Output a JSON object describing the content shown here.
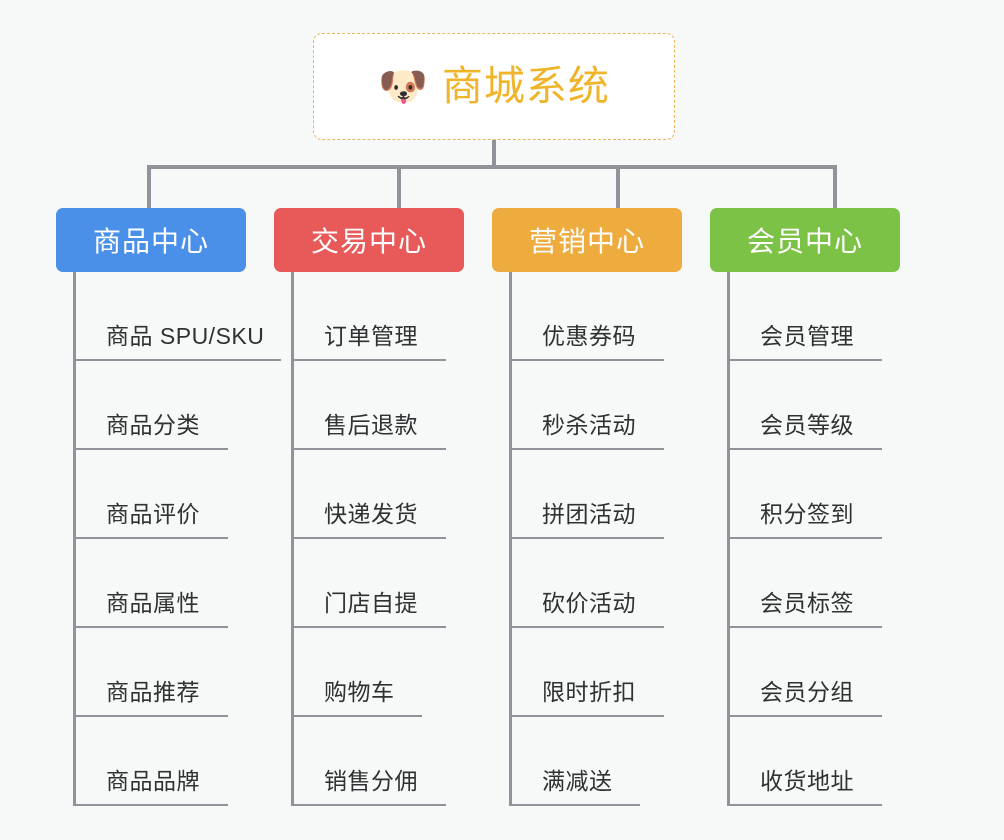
{
  "canvas": {
    "background": "#f7f8f8",
    "line_color": "#909399",
    "leaf_text_color": "#303133"
  },
  "root": {
    "emoji": "🐶",
    "emoji_name": "dog-face-emoji",
    "title": "商城系统",
    "title_color": "#f0b429",
    "border_color": "#e8b75a",
    "background": "#ffffff"
  },
  "branches": [
    {
      "label": "商品中心",
      "color": "#4a90e8",
      "items": [
        {
          "label": "商品 SPU/SKU",
          "underline_width": 205
        },
        {
          "label": "商品分类",
          "underline_width": 152
        },
        {
          "label": "商品评价",
          "underline_width": 152
        },
        {
          "label": "商品属性",
          "underline_width": 152
        },
        {
          "label": "商品推荐",
          "underline_width": 152
        },
        {
          "label": "商品品牌",
          "underline_width": 152
        }
      ]
    },
    {
      "label": "交易中心",
      "color": "#e8595a",
      "items": [
        {
          "label": "订单管理",
          "underline_width": 152
        },
        {
          "label": "售后退款",
          "underline_width": 152
        },
        {
          "label": "快递发货",
          "underline_width": 152
        },
        {
          "label": "门店自提",
          "underline_width": 152
        },
        {
          "label": "购物车",
          "underline_width": 128
        },
        {
          "label": "销售分佣",
          "underline_width": 152
        }
      ]
    },
    {
      "label": "营销中心",
      "color": "#eeac3e",
      "items": [
        {
          "label": "优惠券码",
          "underline_width": 152
        },
        {
          "label": "秒杀活动",
          "underline_width": 152
        },
        {
          "label": "拼团活动",
          "underline_width": 152
        },
        {
          "label": "砍价活动",
          "underline_width": 152
        },
        {
          "label": "限时折扣",
          "underline_width": 152
        },
        {
          "label": "满减送",
          "underline_width": 128
        }
      ]
    },
    {
      "label": "会员中心",
      "color": "#7cc246",
      "items": [
        {
          "label": "会员管理",
          "underline_width": 152
        },
        {
          "label": "会员等级",
          "underline_width": 152
        },
        {
          "label": "积分签到",
          "underline_width": 152
        },
        {
          "label": "会员标签",
          "underline_width": 152
        },
        {
          "label": "会员分组",
          "underline_width": 152
        },
        {
          "label": "收货地址",
          "underline_width": 152
        }
      ]
    }
  ]
}
